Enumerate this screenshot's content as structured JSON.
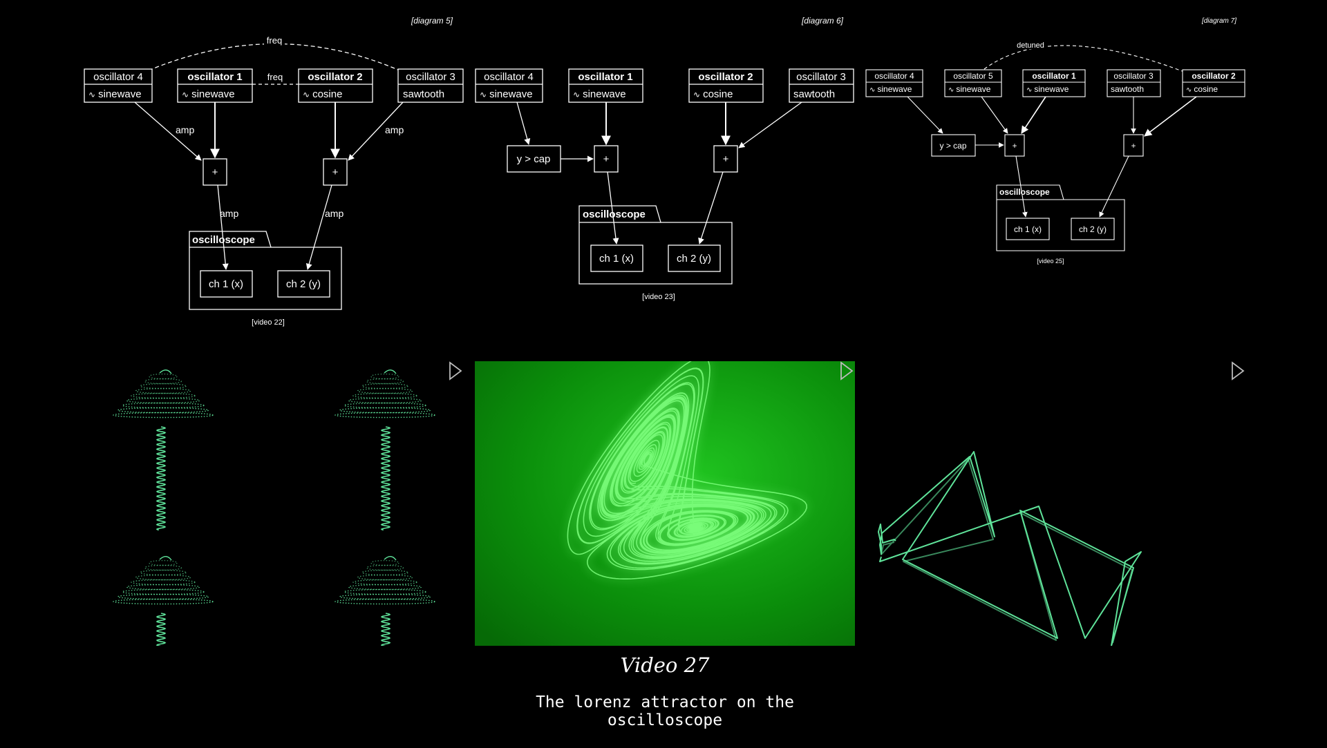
{
  "diagram5": {
    "tag": "[diagram 5]",
    "osc4": {
      "name": "oscillator 4",
      "wave": "sinewave"
    },
    "osc1": {
      "name": "oscillator 1",
      "wave": "sinewave"
    },
    "osc2": {
      "name": "oscillator 2",
      "wave": "cosine"
    },
    "osc3": {
      "name": "oscillator 3",
      "wave": "sawtooth"
    },
    "label_freq_top": "freq",
    "label_freq_mid": "freq",
    "label_amp_left": "amp",
    "label_amp_right": "amp",
    "label_amp_lower_left": "amp",
    "label_amp_lower_right": "amp",
    "plus": "+",
    "scope_title": "oscilloscope",
    "ch1": "ch 1 (x)",
    "ch2": "ch 2 (y)",
    "video": "[video 22]"
  },
  "diagram6": {
    "tag": "[diagram 6]",
    "osc4": {
      "name": "oscillator 4",
      "wave": "sinewave"
    },
    "osc1": {
      "name": "oscillator 1",
      "wave": "sinewave"
    },
    "osc2": {
      "name": "oscillator 2",
      "wave": "cosine"
    },
    "osc3": {
      "name": "oscillator 3",
      "wave": "sawtooth"
    },
    "cap": "y > cap",
    "plus": "+",
    "scope_title": "oscilloscope",
    "ch1": "ch 1 (x)",
    "ch2": "ch 2 (y)",
    "video": "[video 23]"
  },
  "diagram7": {
    "tag": "[diagram 7]",
    "osc4": {
      "name": "oscillator 4",
      "wave": "sinewave"
    },
    "osc5": {
      "name": "oscillator 5",
      "wave": "sinewave"
    },
    "osc1": {
      "name": "oscillator 1",
      "wave": "sinewave"
    },
    "osc3": {
      "name": "oscillator 3",
      "wave": "sawtooth"
    },
    "osc2": {
      "name": "oscillator 2",
      "wave": "cosine"
    },
    "label_detuned": "detuned",
    "cap": "y > cap",
    "plus": "+",
    "scope_title": "oscilloscope",
    "ch1": "ch 1 (x)",
    "ch2": "ch 2 (y)",
    "video": "[video 25]"
  },
  "wave_glyph": "∿",
  "caption": {
    "title": "Video 27",
    "text": "The lorenz attractor on the oscilloscope"
  },
  "colors": {
    "trace_green": "#5fe39a",
    "scope_bg": "#0a8a0a",
    "glow": "#7dff7d"
  }
}
